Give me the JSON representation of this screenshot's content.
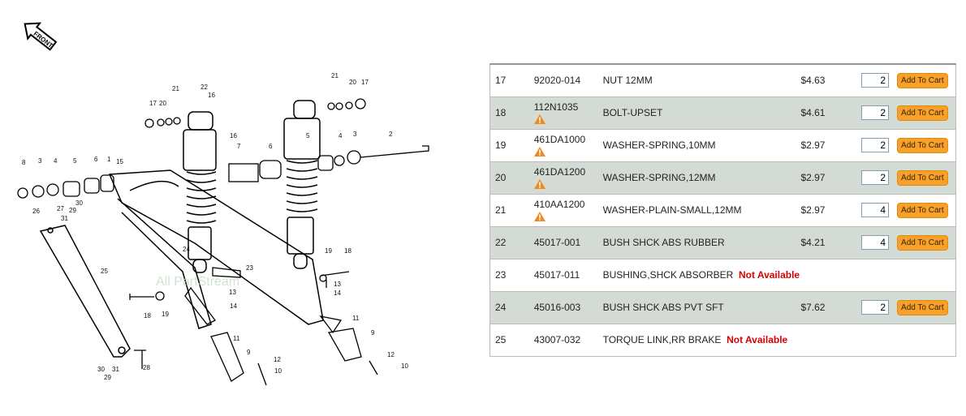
{
  "diagram": {
    "front_label": "FRONT",
    "watermark": "All PartStream",
    "callouts": [
      "21",
      "22",
      "16",
      "21",
      "20",
      "17",
      "17",
      "20",
      "16",
      "7",
      "6",
      "5",
      "4",
      "3",
      "2",
      "8",
      "3",
      "4",
      "5",
      "6",
      "1",
      "15",
      "26",
      "27",
      "31",
      "29",
      "30",
      "25",
      "24",
      "23",
      "13",
      "14",
      "19",
      "18",
      "11",
      "9",
      "12",
      "10",
      "30",
      "31",
      "29",
      "28",
      "19",
      "13",
      "14",
      "18",
      "11",
      "9",
      "12",
      "10"
    ]
  },
  "parts": [
    {
      "ref": "17",
      "part_no": "92020-014",
      "desc": "NUT 12MM",
      "price": "$4.63",
      "qty": "2",
      "warning": false,
      "available": true
    },
    {
      "ref": "18",
      "part_no": "112N1035",
      "desc": "BOLT-UPSET",
      "price": "$4.61",
      "qty": "2",
      "warning": true,
      "available": true
    },
    {
      "ref": "19",
      "part_no": "461DA1000",
      "desc": "WASHER-SPRING,10MM",
      "price": "$2.97",
      "qty": "2",
      "warning": true,
      "available": true
    },
    {
      "ref": "20",
      "part_no": "461DA1200",
      "desc": "WASHER-SPRING,12MM",
      "price": "$2.97",
      "qty": "2",
      "warning": true,
      "available": true
    },
    {
      "ref": "21",
      "part_no": "410AA1200",
      "desc": "WASHER-PLAIN-SMALL,12MM",
      "price": "$2.97",
      "qty": "4",
      "warning": true,
      "available": true
    },
    {
      "ref": "22",
      "part_no": "45017-001",
      "desc": "BUSH SHCK ABS RUBBER",
      "price": "$4.21",
      "qty": "4",
      "warning": false,
      "available": true
    },
    {
      "ref": "23",
      "part_no": "45017-011",
      "desc": "BUSHING,SHCK ABSORBER",
      "price": "",
      "qty": "",
      "warning": false,
      "available": false
    },
    {
      "ref": "24",
      "part_no": "45016-003",
      "desc": "BUSH SHCK ABS PVT SFT",
      "price": "$7.62",
      "qty": "2",
      "warning": false,
      "available": true
    },
    {
      "ref": "25",
      "part_no": "43007-032",
      "desc": "TORQUE LINK,RR BRAKE",
      "price": "",
      "qty": "",
      "warning": false,
      "available": false
    }
  ],
  "labels": {
    "add_to_cart": "Add To Cart",
    "not_available": "Not Available"
  }
}
